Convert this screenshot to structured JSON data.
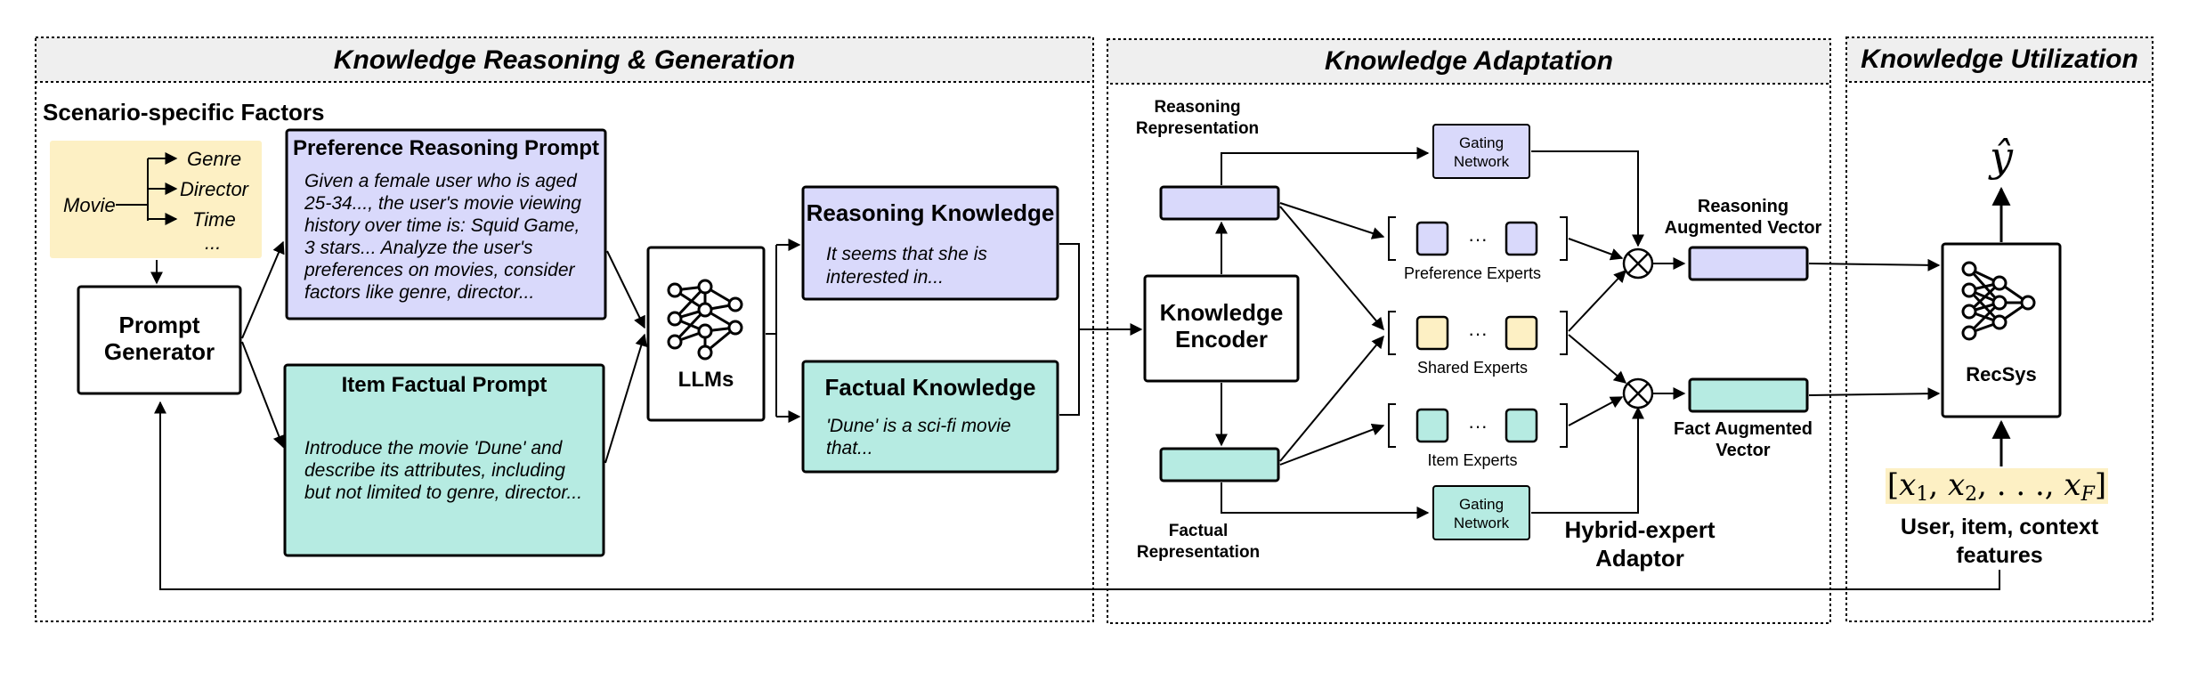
{
  "sections": {
    "reasoning_generation": "Knowledge Reasoning & Generation",
    "adaptation": "Knowledge Adaptation",
    "utilization": "Knowledge Utilization"
  },
  "scenario": {
    "title": "Scenario-specific Factors",
    "root": "Movie",
    "branches": [
      "Genre",
      "Director",
      "Time",
      "..."
    ]
  },
  "prompt_generator": {
    "line1": "Prompt",
    "line2": "Generator"
  },
  "preference_prompt": {
    "title": "Preference Reasoning Prompt",
    "lines": [
      "Given a female user who is aged",
      "25-34..., the user's movie viewing",
      "history over time is: Squid Game,",
      "3 stars... Analyze the user's",
      "preferences on movies, consider",
      "factors like genre, director..."
    ]
  },
  "item_prompt": {
    "title": "Item Factual Prompt",
    "lines": [
      "Introduce the movie 'Dune' and",
      "describe its attributes, including",
      "but not limited to genre, director..."
    ]
  },
  "llms": {
    "label": "LLMs"
  },
  "reasoning_knowledge": {
    "title": "Reasoning Knowledge",
    "lines": [
      "It seems that she is",
      "interested in..."
    ]
  },
  "factual_knowledge": {
    "title": "Factual Knowledge",
    "lines": [
      "'Dune' is a sci-fi movie",
      "that..."
    ]
  },
  "knowledge_encoder": {
    "line1": "Knowledge",
    "line2": "Encoder"
  },
  "reasoning_representation": {
    "line1": "Reasoning",
    "line2": "Representation"
  },
  "factual_representation": {
    "line1": "Factual",
    "line2": "Representation"
  },
  "gating_top": {
    "line1": "Gating",
    "line2": "Network"
  },
  "gating_bottom": {
    "line1": "Gating",
    "line2": "Network"
  },
  "experts": {
    "preference": "Preference Experts",
    "shared": "Shared Experts",
    "item": "Item Experts",
    "ellipsis": "···"
  },
  "hybrid_adaptor": {
    "line1": "Hybrid-expert",
    "line2": "Adaptor"
  },
  "reasoning_vector": {
    "line1": "Reasoning",
    "line2": "Augmented Vector"
  },
  "fact_vector": {
    "line1": "Fact Augmented",
    "line2": "Vector"
  },
  "recsys": {
    "label": "RecSys"
  },
  "output": {
    "symbol": "ŷ"
  },
  "features": {
    "formula": "[x₁, x₂, . . . , x_F]",
    "formula_parts": {
      "open": "[",
      "x": "x",
      "s1": "1",
      "s2": "2",
      "sF": "F",
      "sep": ", ",
      "dots": ". . .",
      "close": "]"
    },
    "line1": "User, item, context",
    "line2": "features"
  },
  "colors": {
    "purple": "#d9d9fb",
    "teal": "#b6ebe2",
    "yellow": "#fdf0c4",
    "header": "#efefef",
    "stroke": "#000000"
  },
  "icons": {
    "llm": "neural-network-icon",
    "recsys": "neural-network-icon",
    "combine": "otimes-icon"
  }
}
